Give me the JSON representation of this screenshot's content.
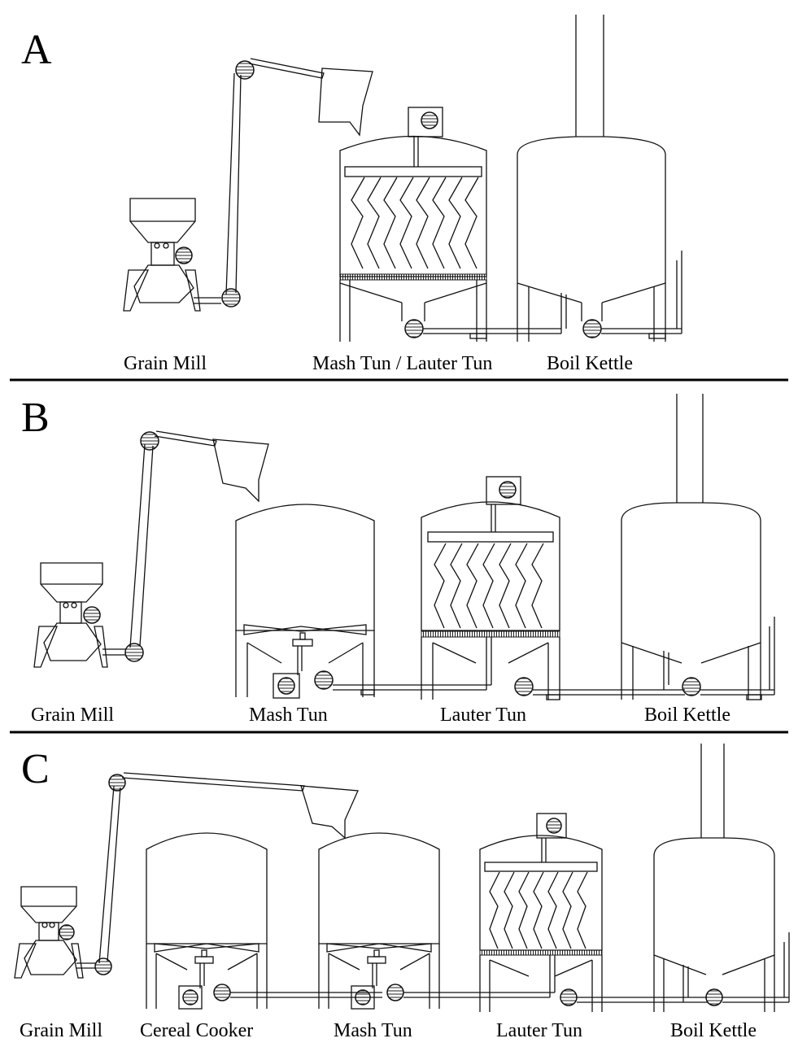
{
  "panels": [
    {
      "letter": "A",
      "labels": {
        "grain_mill": "Grain Mill",
        "mash_lauter_tun": "Mash Tun / Lauter Tun",
        "boil_kettle": "Boil Kettle"
      }
    },
    {
      "letter": "B",
      "labels": {
        "grain_mill": "Grain Mill",
        "mash_tun": "Mash Tun",
        "lauter_tun": "Lauter Tun",
        "boil_kettle": "Boil Kettle"
      }
    },
    {
      "letter": "C",
      "labels": {
        "grain_mill": "Grain Mill",
        "cereal_cooker": "Cereal Cooker",
        "mash_tun": "Mash Tun",
        "lauter_tun": "Lauter Tun",
        "boil_kettle": "Boil Kettle"
      }
    }
  ]
}
